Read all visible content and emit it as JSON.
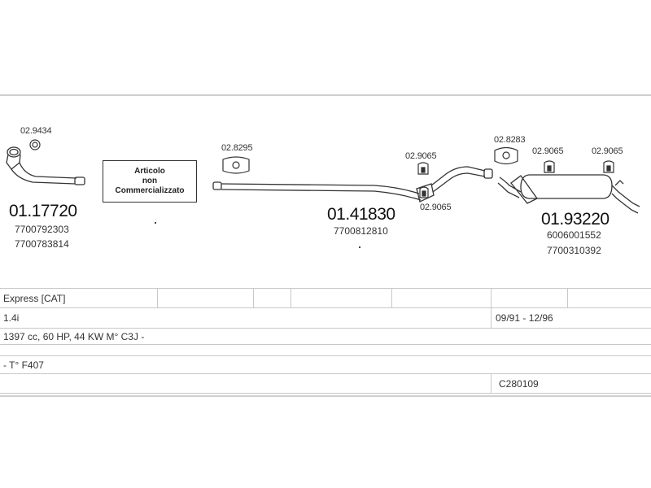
{
  "parts": [
    {
      "number": "01.17720",
      "refs": [
        "7700792303",
        "7700783814"
      ]
    },
    {
      "number": "01.41830",
      "refs": [
        "7700812810"
      ]
    },
    {
      "number": "01.93220",
      "refs": [
        "6006001552",
        "7700310392"
      ]
    }
  ],
  "accessories": {
    "a1": "02.9434",
    "a2": "02.8295",
    "a3": "02.9065",
    "a4": "02.9065",
    "a5": "02.8283",
    "a6": "02.9065",
    "a7": "02.9065"
  },
  "notice": {
    "line1": "Articolo",
    "line2": "non",
    "line3": "Commercializzato"
  },
  "table": {
    "model": "Express [CAT]",
    "engine": "1.4i",
    "period": "09/91 - 12/96",
    "specs": "1397 cc, 60 HP, 44 KW M° C3J -",
    "gearbox": "- T° F407",
    "code": "C280109"
  }
}
